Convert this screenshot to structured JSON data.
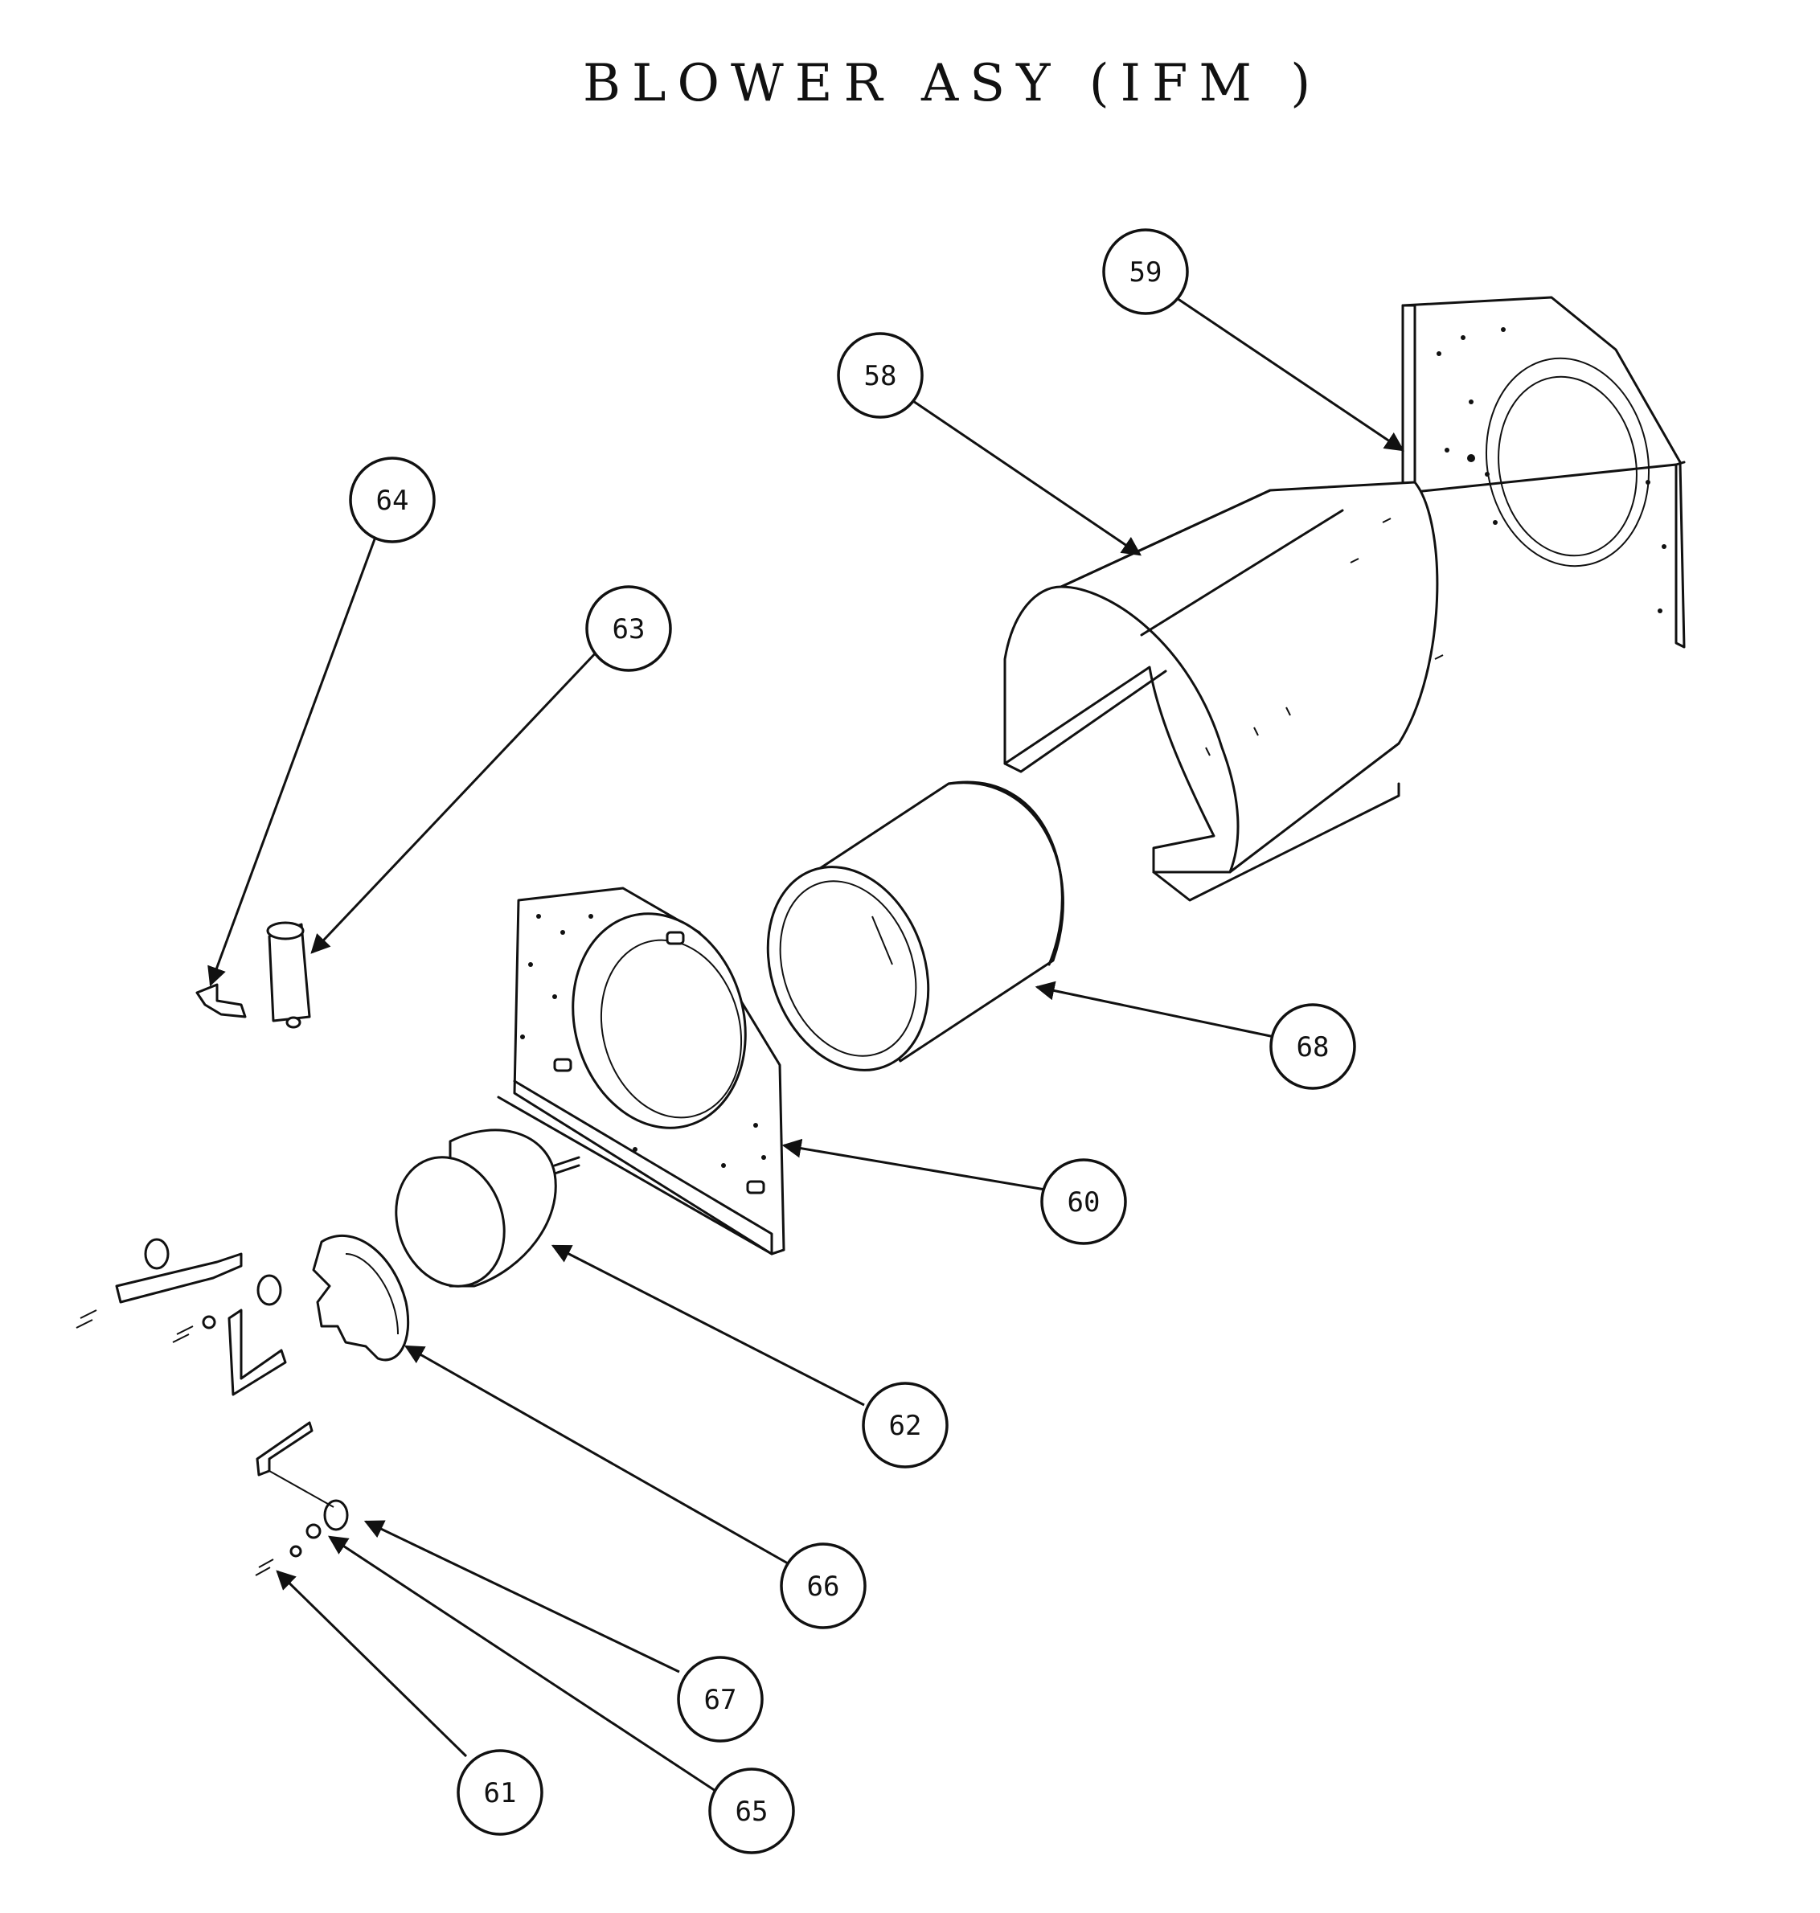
{
  "title": "BLOWER ASY (IFM )",
  "callouts": [
    {
      "id": "c59",
      "label": "59"
    },
    {
      "id": "c58",
      "label": "58"
    },
    {
      "id": "c64",
      "label": "64"
    },
    {
      "id": "c63",
      "label": "63"
    },
    {
      "id": "c68",
      "label": "68"
    },
    {
      "id": "c60",
      "label": "60"
    },
    {
      "id": "c62",
      "label": "62"
    },
    {
      "id": "c66",
      "label": "66"
    },
    {
      "id": "c67",
      "label": "67"
    },
    {
      "id": "c61",
      "label": "61"
    },
    {
      "id": "c65",
      "label": "65"
    }
  ]
}
